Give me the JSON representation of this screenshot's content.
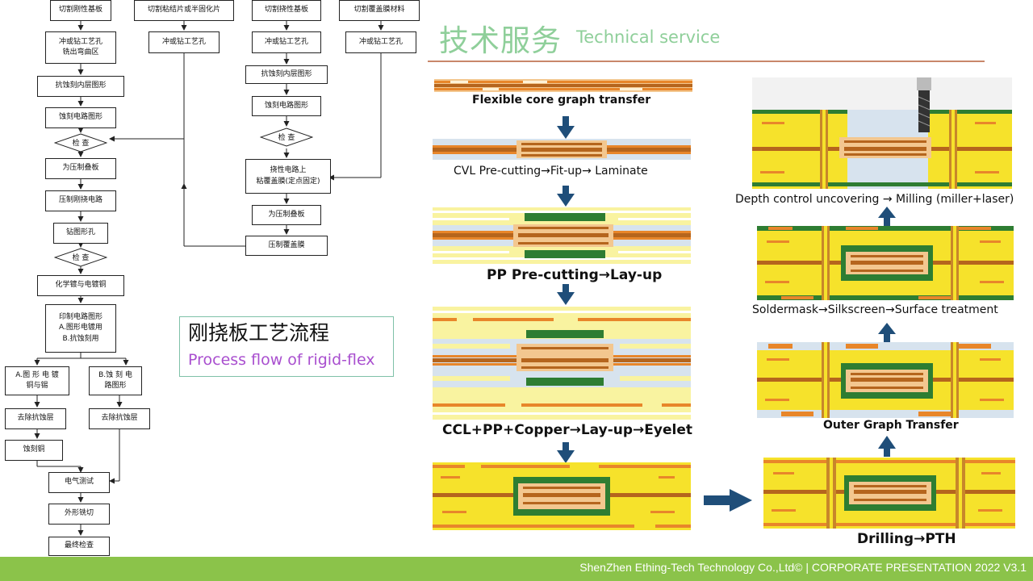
{
  "header": {
    "title_cn": "技术服务",
    "title_en": "Technical service"
  },
  "process_box": {
    "title_cn": "刚挠板工艺流程",
    "title_en": "Process flow of rigid-flex"
  },
  "flowchart": {
    "col1": {
      "top": "切割刚性基板",
      "drill": "冲或钻工艺孔\n铣出弯曲区",
      "etch_inner": "抗蚀刻内层图形",
      "etch_circuit": "蚀刻电路图形",
      "inspect1": "检 查",
      "press_lay": "为压制叠板",
      "press_rf": "压制刚挠电路",
      "drill_holes": "钻图形孔",
      "inspect2": "检 查",
      "plating": "化学镀与电镀铜",
      "print": "印制电路图形\nA.图形电镀用\nB.抗蚀刻用",
      "a_branch": "A.图 形 电 镀\n铜与锡",
      "b_branch": "B.蚀 刻 电\n路图形",
      "remove_a": "去除抗蚀层",
      "remove_b": "去除抗蚀层",
      "etch_cu": "蚀刻铜",
      "elec_test": "电气测试",
      "mill": "外形铣切",
      "final": "最终检查"
    },
    "col2": {
      "top": "切割粘结片或半固化片",
      "drill": "冲或钻工艺孔"
    },
    "col3": {
      "top": "切割挠性基板",
      "drill": "冲或钻工艺孔",
      "etch_inner": "抗蚀刻内层图形",
      "etch_circuit": "蚀刻电路图形",
      "inspect": "检 查",
      "coverlay": "挠性电路上\n粘覆盖膜(定点固定)",
      "press_lay": "为压制叠板",
      "press_cover": "压制覆盖膜"
    },
    "col4": {
      "top": "切割覆盖膜材料",
      "drill": "冲或钻工艺孔"
    }
  },
  "steps": {
    "s1": "Flexible core graph transfer",
    "s2": "CVL Pre-cutting→Fit-up→ Laminate",
    "s3": "PP Pre-cutting→Lay-up",
    "s4": "CCL+PP+Copper→Lay-up→Eyelet",
    "s5": "Drilling→PTH",
    "s6": "Outer Graph Transfer",
    "s7": "Soldermask→Silkscreen→Surface treatment",
    "s8": "Depth control uncovering → Milling (miller+laser)"
  },
  "colors": {
    "flex_core": "#b5651d",
    "copper": "#e8862a",
    "fr4": "#f6e22b",
    "solder_green": "#2e7d32",
    "arrow": "#1f4e79",
    "title_green": "#8fcf9a",
    "footer_green": "#8bc34a"
  },
  "footer": {
    "text": "ShenZhen Ething-Tech Technology Co.,Ltd©  |  CORPORATE PRESENTATION  2022 V3.1"
  }
}
